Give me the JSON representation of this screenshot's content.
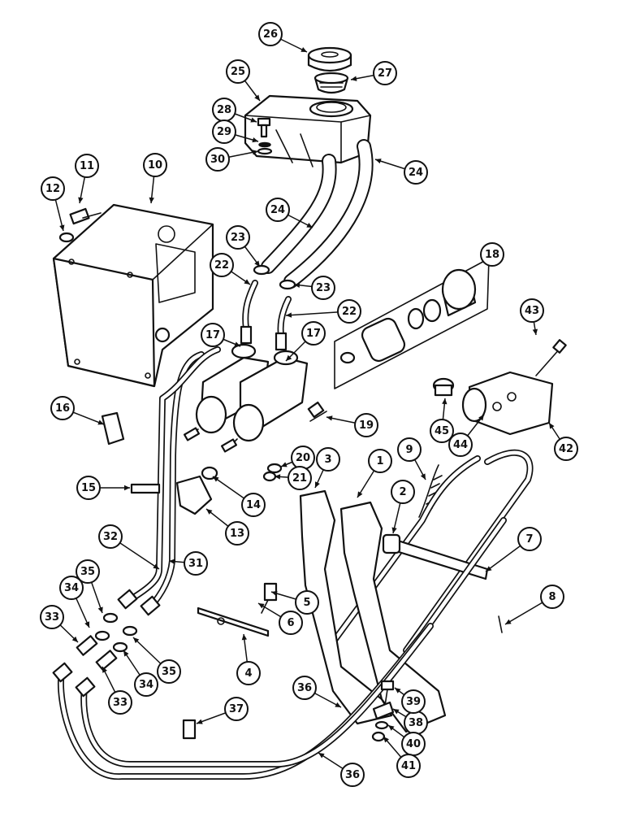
{
  "figure": {
    "callouts": [
      {
        "id": "c1",
        "label": "1"
      },
      {
        "id": "c2",
        "label": "2"
      },
      {
        "id": "c3",
        "label": "3"
      },
      {
        "id": "c4",
        "label": "4"
      },
      {
        "id": "c5",
        "label": "5"
      },
      {
        "id": "c6",
        "label": "6"
      },
      {
        "id": "c7",
        "label": "7"
      },
      {
        "id": "c8",
        "label": "8"
      },
      {
        "id": "c9",
        "label": "9"
      },
      {
        "id": "c10",
        "label": "10"
      },
      {
        "id": "c11",
        "label": "11"
      },
      {
        "id": "c12",
        "label": "12"
      },
      {
        "id": "c13",
        "label": "13"
      },
      {
        "id": "c14",
        "label": "14"
      },
      {
        "id": "c15",
        "label": "15"
      },
      {
        "id": "c16",
        "label": "16"
      },
      {
        "id": "c17a",
        "label": "17"
      },
      {
        "id": "c17b",
        "label": "17"
      },
      {
        "id": "c18",
        "label": "18"
      },
      {
        "id": "c19",
        "label": "19"
      },
      {
        "id": "c20",
        "label": "20"
      },
      {
        "id": "c21",
        "label": "21"
      },
      {
        "id": "c22a",
        "label": "22"
      },
      {
        "id": "c22b",
        "label": "22"
      },
      {
        "id": "c23a",
        "label": "23"
      },
      {
        "id": "c23b",
        "label": "23"
      },
      {
        "id": "c24a",
        "label": "24"
      },
      {
        "id": "c24b",
        "label": "24"
      },
      {
        "id": "c25",
        "label": "25"
      },
      {
        "id": "c26",
        "label": "26"
      },
      {
        "id": "c27",
        "label": "27"
      },
      {
        "id": "c28",
        "label": "28"
      },
      {
        "id": "c29",
        "label": "29"
      },
      {
        "id": "c30",
        "label": "30"
      },
      {
        "id": "c31",
        "label": "31"
      },
      {
        "id": "c32",
        "label": "32"
      },
      {
        "id": "c33a",
        "label": "33"
      },
      {
        "id": "c33b",
        "label": "33"
      },
      {
        "id": "c34a",
        "label": "34"
      },
      {
        "id": "c34b",
        "label": "34"
      },
      {
        "id": "c35a",
        "label": "35"
      },
      {
        "id": "c35b",
        "label": "35"
      },
      {
        "id": "c36a",
        "label": "36"
      },
      {
        "id": "c36b",
        "label": "36"
      },
      {
        "id": "c37",
        "label": "37"
      },
      {
        "id": "c38",
        "label": "38"
      },
      {
        "id": "c39",
        "label": "39"
      },
      {
        "id": "c40",
        "label": "40"
      },
      {
        "id": "c41",
        "label": "41"
      },
      {
        "id": "c42",
        "label": "42"
      },
      {
        "id": "c43",
        "label": "43"
      },
      {
        "id": "c44",
        "label": "44"
      },
      {
        "id": "c45",
        "label": "45"
      }
    ]
  }
}
